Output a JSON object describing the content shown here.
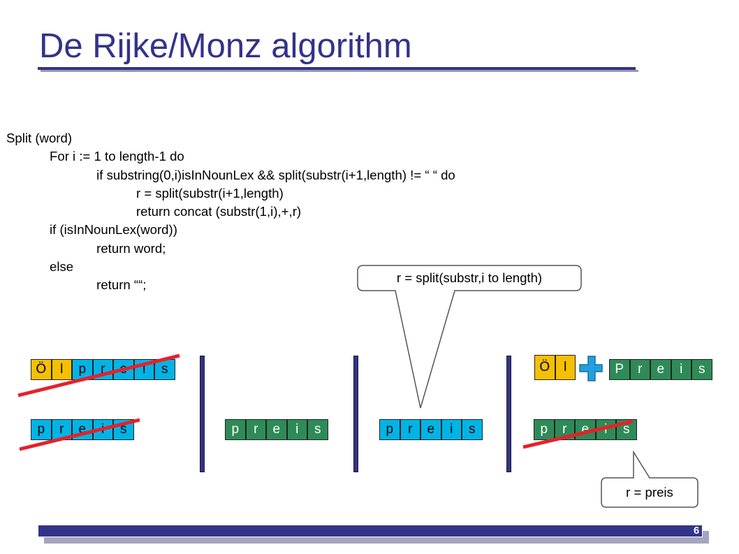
{
  "slide": {
    "title": "De Rijke/Monz algorithm",
    "page_number": "6",
    "code_lines": [
      "Split (word)",
      "            For i := 1 to length-1 do",
      "                         if substring(0,i)isInNounLex && split(substr(i+1,length) != “ “ do",
      "                                    r = split(substr(i+1,length)",
      "                                    return concat (substr(1,i),+,r)",
      "            if (isInNounLex(word))",
      "                         return word;",
      "            else",
      "                         return ““;"
    ],
    "callouts": {
      "split": "r = split(substr,i to length)",
      "result": "r = preis"
    },
    "step1": {
      "top_letters": [
        "Ö",
        "l",
        "p",
        "r",
        "e",
        "i",
        "s"
      ],
      "bottom_letters": [
        "p",
        "r",
        "e",
        "i",
        "s"
      ]
    },
    "step2": {
      "bottom_letters": [
        "p",
        "r",
        "e",
        "i",
        "s"
      ]
    },
    "step3": {
      "bottom_letters": [
        "p",
        "r",
        "e",
        "i",
        "s"
      ]
    },
    "step4": {
      "prefix_letters": [
        "Ö",
        "l"
      ],
      "suffix_letters": [
        "P",
        "r",
        "e",
        "i",
        "s"
      ],
      "bottom_letters": [
        "p",
        "r",
        "e",
        "i",
        "s"
      ]
    },
    "colors": {
      "title": "#33338a",
      "cell_cyan": "#00b4e6",
      "cell_yellow": "#f5c000",
      "cell_green": "#2e8b57",
      "strike": "#e8202a",
      "plus": "#1fa0e0",
      "divider": "#333380"
    },
    "icons": {
      "plus": "plus-icon"
    }
  }
}
